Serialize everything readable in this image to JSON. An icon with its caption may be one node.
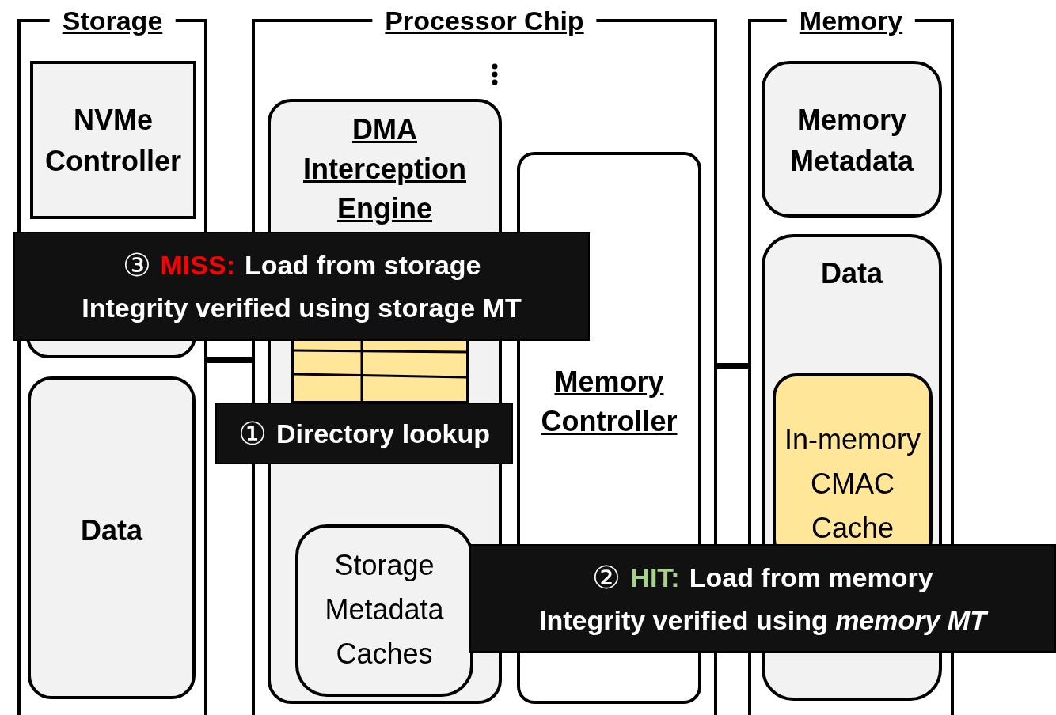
{
  "diagram": {
    "nodes": [
      {
        "text": [
          "Storage"
        ]
      },
      {
        "text": [
          "NVMe Controller"
        ],
        "in": 0
      },
      {
        "text": [],
        "shape": "box",
        "in": 0
      },
      {
        "text": [
          "Data"
        ],
        "in": 0
      },
      {
        "text": [
          "Processor Chip"
        ]
      },
      {
        "text": [
          "DMA Interception Engine"
        ],
        "in": 4
      },
      {
        "text": [],
        "shape": "table",
        "in": 5
      },
      {
        "text": [
          "Storage Metadata Caches"
        ],
        "in": 5
      },
      {
        "text": [
          "Memory Controller"
        ],
        "in": 4
      },
      {
        "text": [
          "Memory"
        ]
      },
      {
        "text": [
          "Memory Metadata"
        ],
        "in": 9
      },
      {
        "text": [
          "Data"
        ],
        "in": 9
      },
      {
        "text": [
          "In-memory CMAC Cache"
        ],
        "in": 11
      },
      {
        "text": [
          "③",
          "MISS:",
          "Load from storage",
          "Integrity verified using storage MT"
        ]
      },
      {
        "text": [
          "①",
          "Directory lookup"
        ]
      },
      {
        "text": [
          "②",
          "HIT:",
          "Load from memory",
          "Integrity verified using *memory MT*"
        ]
      }
    ],
    "edges": [
      {
        "from": 0,
        "to": 4,
        "arrow": "none"
      },
      {
        "from": 4,
        "to": 9,
        "arrow": "none"
      }
    ]
  }
}
